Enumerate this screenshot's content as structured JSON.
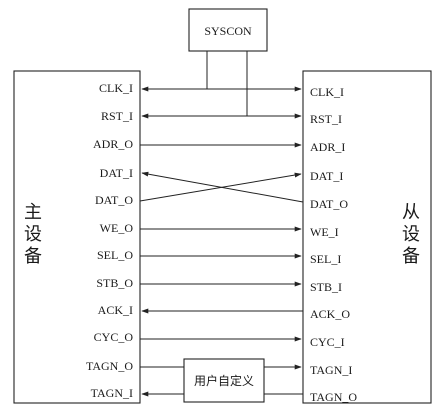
{
  "syscon_label": "SYSCON",
  "master_label": "主设备",
  "slave_label": "从设备",
  "user_defined_label": "用户自定义",
  "master_signals": [
    "CLK_I",
    "RST_I",
    "ADR_O",
    "DAT_I",
    "DAT_O",
    "WE_O",
    "SEL_O",
    "STB_O",
    "ACK_I",
    "CYC_O",
    "TAGN_O",
    "TAGN_I"
  ],
  "slave_signals": [
    "CLK_I",
    "RST_I",
    "ADR_I",
    "DAT_I",
    "DAT_O",
    "WE_I",
    "SEL_I",
    "STB_I",
    "ACK_O",
    "CYC_I",
    "TAGN_I",
    "TAGN_O"
  ]
}
